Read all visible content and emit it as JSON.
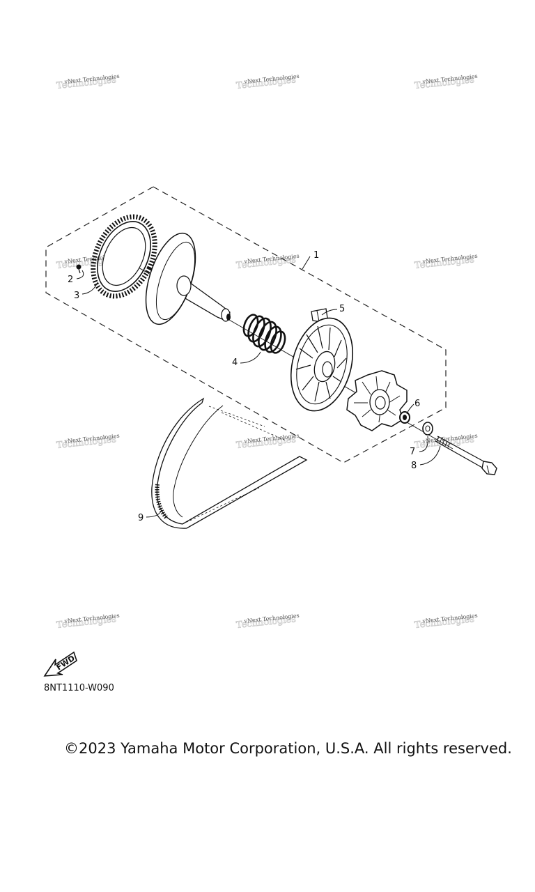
{
  "watermark": {
    "text": "vNext Technologies"
  },
  "fwd_label": "FWD",
  "part_code": "8NT1110-W090",
  "copyright": "©2023 Yamaha Motor Corporation, U.S.A. All rights reserved.",
  "callouts": {
    "c1": "1",
    "c2": "2",
    "c3": "3",
    "c4": "4",
    "c5": "5",
    "c6": "6",
    "c7": "7",
    "c8": "8",
    "c9": "9"
  }
}
